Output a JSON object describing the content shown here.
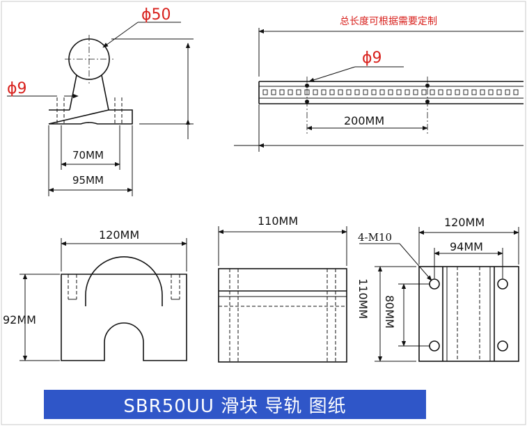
{
  "support_top_view": {
    "diameter_label": "ϕ50",
    "hole_label": "ϕ9",
    "inner_dim": "70MM",
    "outer_dim": "95MM"
  },
  "rail_view": {
    "total_length_note": "总长度可根据需要定制",
    "hole_label": "ϕ9",
    "pitch_dim": "200MM"
  },
  "block_front_view": {
    "width_dim": "120MM",
    "height_dim": "92MM"
  },
  "block_side_view": {
    "length_dim": "110MM"
  },
  "block_top_view": {
    "screw_label": "4-M10",
    "width_dim": "120MM",
    "hole_spacing_dim": "94MM",
    "length_dim": "110MM",
    "hole_pitch_dim": "80MM"
  },
  "banner": {
    "title": "SBR50UU 滑块  导轨 图纸",
    "background": "#2f56c8",
    "text_color": "#ffffff"
  },
  "colors": {
    "line": "#111111",
    "red_label": "#d8201c"
  }
}
